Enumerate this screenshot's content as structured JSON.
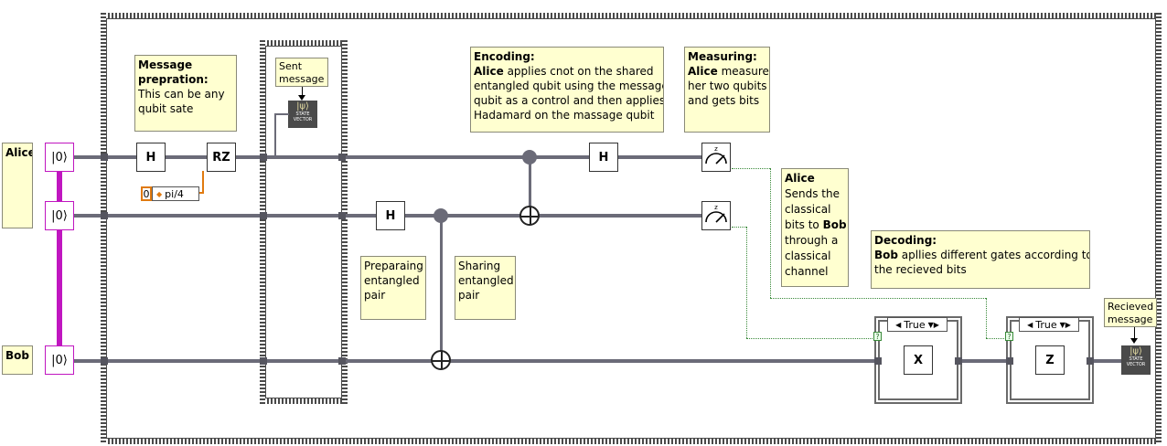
{
  "qubits": [
    {
      "label": "Alice",
      "init": "|0⟩"
    },
    {
      "label": "",
      "init": "|0⟩"
    },
    {
      "label": "Bob",
      "init": "|0⟩"
    }
  ],
  "notes": {
    "message_prep": {
      "title": "Message prepration:",
      "body1": "This can be any",
      "body2": "qubit sate"
    },
    "sent": {
      "line1": "Sent",
      "line2": "message"
    },
    "encoding": {
      "title": "Encoding:",
      "who": "Alice",
      "line1": " applies cnot on the shared",
      "line2": "entangled qubit using the message",
      "line3": "qubit as a control and then applies",
      "line4": "Hadamard on the massage qubit"
    },
    "measuring": {
      "title": "Measuring:",
      "who": "Alice",
      "line1": " measures",
      "line2": "her two qubits",
      "line3": "and gets bits"
    },
    "alice_send": {
      "who": "Alice",
      "line1": "Sends the",
      "line2": "classical",
      "line3a": "bits to ",
      "who2": "Bob",
      "line4": "through a",
      "line5": "classical",
      "line6": "channel"
    },
    "decoding": {
      "title": "Decoding:",
      "who": "Bob",
      "line1": " apllies different gates according to",
      "line2": "the recieved bits"
    },
    "prep_pair": {
      "line1": "Preparaing",
      "line2": "entangled",
      "line3": "pair"
    },
    "share_pair": {
      "line1": "Sharing",
      "line2": "entangled",
      "line3": "pair"
    },
    "received": {
      "line1": "Recieved",
      "line2": "message"
    }
  },
  "gates": {
    "h1": "H",
    "rz": "RZ",
    "h2": "H",
    "h3": "H",
    "x": "X",
    "z": "Z"
  },
  "rz_param": {
    "index": "0",
    "value": "pi/4"
  },
  "state_vector": {
    "psi": "|ψ⟩",
    "line1": "STATE",
    "line2": "VECTOR"
  },
  "case_structures": [
    {
      "selector": "True",
      "gate": "X"
    },
    {
      "selector": "True",
      "gate": "Z"
    }
  ],
  "measure_axis": "z",
  "condition_tag": "?"
}
